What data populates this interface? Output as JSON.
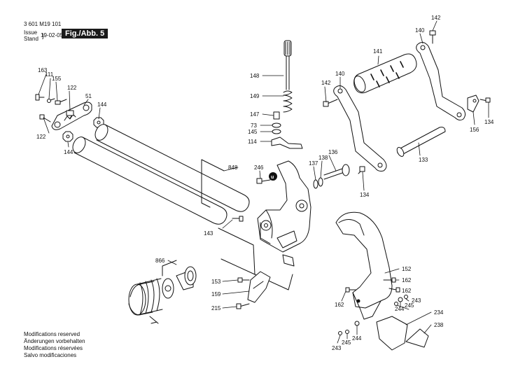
{
  "header": {
    "doc_number": "3 601 M19 101",
    "issue_label": "Issue",
    "stand_label": "Stand",
    "date": "19-02-05",
    "figure": "Fig./Abb. 5"
  },
  "footer_notes": [
    "Modifications reserved",
    "Änderungen vorbehalten",
    "Modifications réservées",
    "Salvo modificaciones"
  ],
  "marker": "u",
  "callouts": [
    {
      "id": "c163",
      "text": "163"
    },
    {
      "id": "c111",
      "text": "111"
    },
    {
      "id": "c155",
      "text": "155"
    },
    {
      "id": "c122a",
      "text": "122"
    },
    {
      "id": "c51",
      "text": "51"
    },
    {
      "id": "c144a",
      "text": "144"
    },
    {
      "id": "c122b",
      "text": "122"
    },
    {
      "id": "c144b",
      "text": "144"
    },
    {
      "id": "c148",
      "text": "148"
    },
    {
      "id": "c149",
      "text": "149"
    },
    {
      "id": "c147",
      "text": "147"
    },
    {
      "id": "c73",
      "text": "73"
    },
    {
      "id": "c145",
      "text": "145"
    },
    {
      "id": "c114",
      "text": "114"
    },
    {
      "id": "c848",
      "text": "848"
    },
    {
      "id": "c246",
      "text": "246"
    },
    {
      "id": "c137",
      "text": "137"
    },
    {
      "id": "c138",
      "text": "138"
    },
    {
      "id": "c136",
      "text": "136"
    },
    {
      "id": "c143",
      "text": "143"
    },
    {
      "id": "c142a",
      "text": "142"
    },
    {
      "id": "c140a",
      "text": "140"
    },
    {
      "id": "c141",
      "text": "141"
    },
    {
      "id": "c140b",
      "text": "140"
    },
    {
      "id": "c142b",
      "text": "142"
    },
    {
      "id": "c133",
      "text": "133"
    },
    {
      "id": "c134a",
      "text": "134"
    },
    {
      "id": "c156",
      "text": "156"
    },
    {
      "id": "c134b",
      "text": "134"
    },
    {
      "id": "c866",
      "text": "866"
    },
    {
      "id": "c153",
      "text": "153"
    },
    {
      "id": "c159",
      "text": "159"
    },
    {
      "id": "c215",
      "text": "215"
    },
    {
      "id": "c152",
      "text": "152"
    },
    {
      "id": "c162a",
      "text": "162"
    },
    {
      "id": "c162b",
      "text": "162"
    },
    {
      "id": "c162c",
      "text": "162"
    },
    {
      "id": "c244a",
      "text": "244"
    },
    {
      "id": "c243a",
      "text": "243"
    },
    {
      "id": "c245a",
      "text": "245"
    },
    {
      "id": "c234",
      "text": "234"
    },
    {
      "id": "c238",
      "text": "238"
    },
    {
      "id": "c245b",
      "text": "245"
    },
    {
      "id": "c244b",
      "text": "244"
    },
    {
      "id": "c243b",
      "text": "243"
    }
  ]
}
